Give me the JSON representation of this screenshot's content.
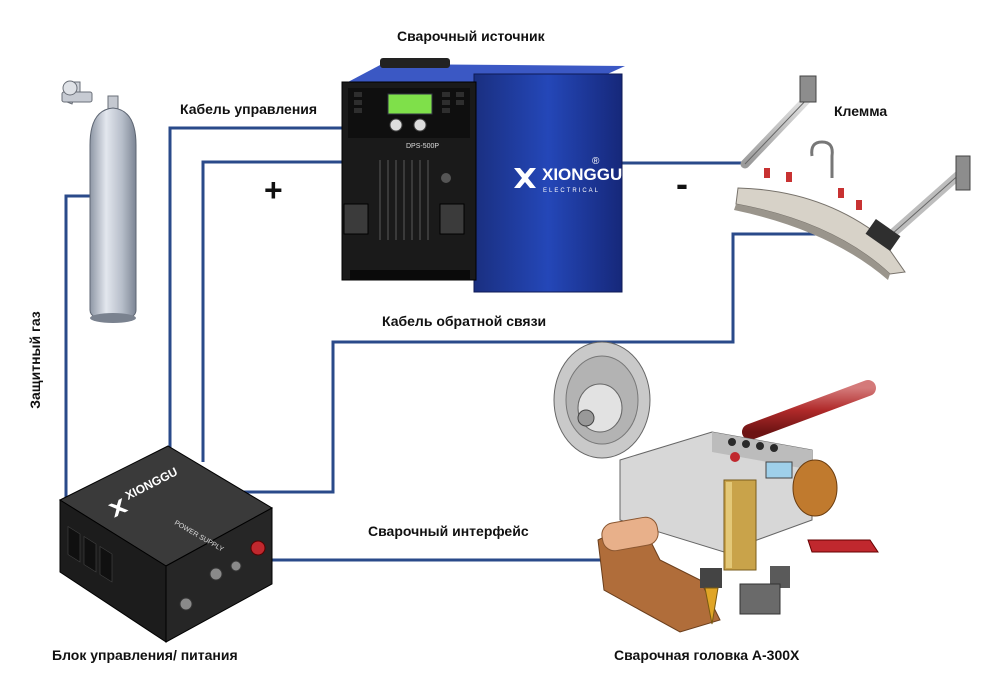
{
  "labels": {
    "power_source": "Сварочный источник",
    "control_cable": "Кабель управления",
    "clamp": "Клемма",
    "feedback_cable": "Кабель обратной связи",
    "shield_gas": "Защитный газ",
    "weld_interface": "Сварочный интерфейс",
    "control_unit": "Блок управления/ питания",
    "weld_head": "Сварочная головка А-300Х",
    "plus": "+",
    "minus": "-"
  },
  "device_text": {
    "brand": "XIONGGU",
    "brand_sub": "ELECTRICAL",
    "registered": "®",
    "model": "DPS-500P",
    "unit_panel": "POWER SUPPLY"
  },
  "colors": {
    "wire": "#2a4a8a",
    "machine_blue": "#1f3fa8",
    "display_green": "#7fe04a",
    "red_accent": "#c0282e",
    "copper": "#b06d3a"
  }
}
